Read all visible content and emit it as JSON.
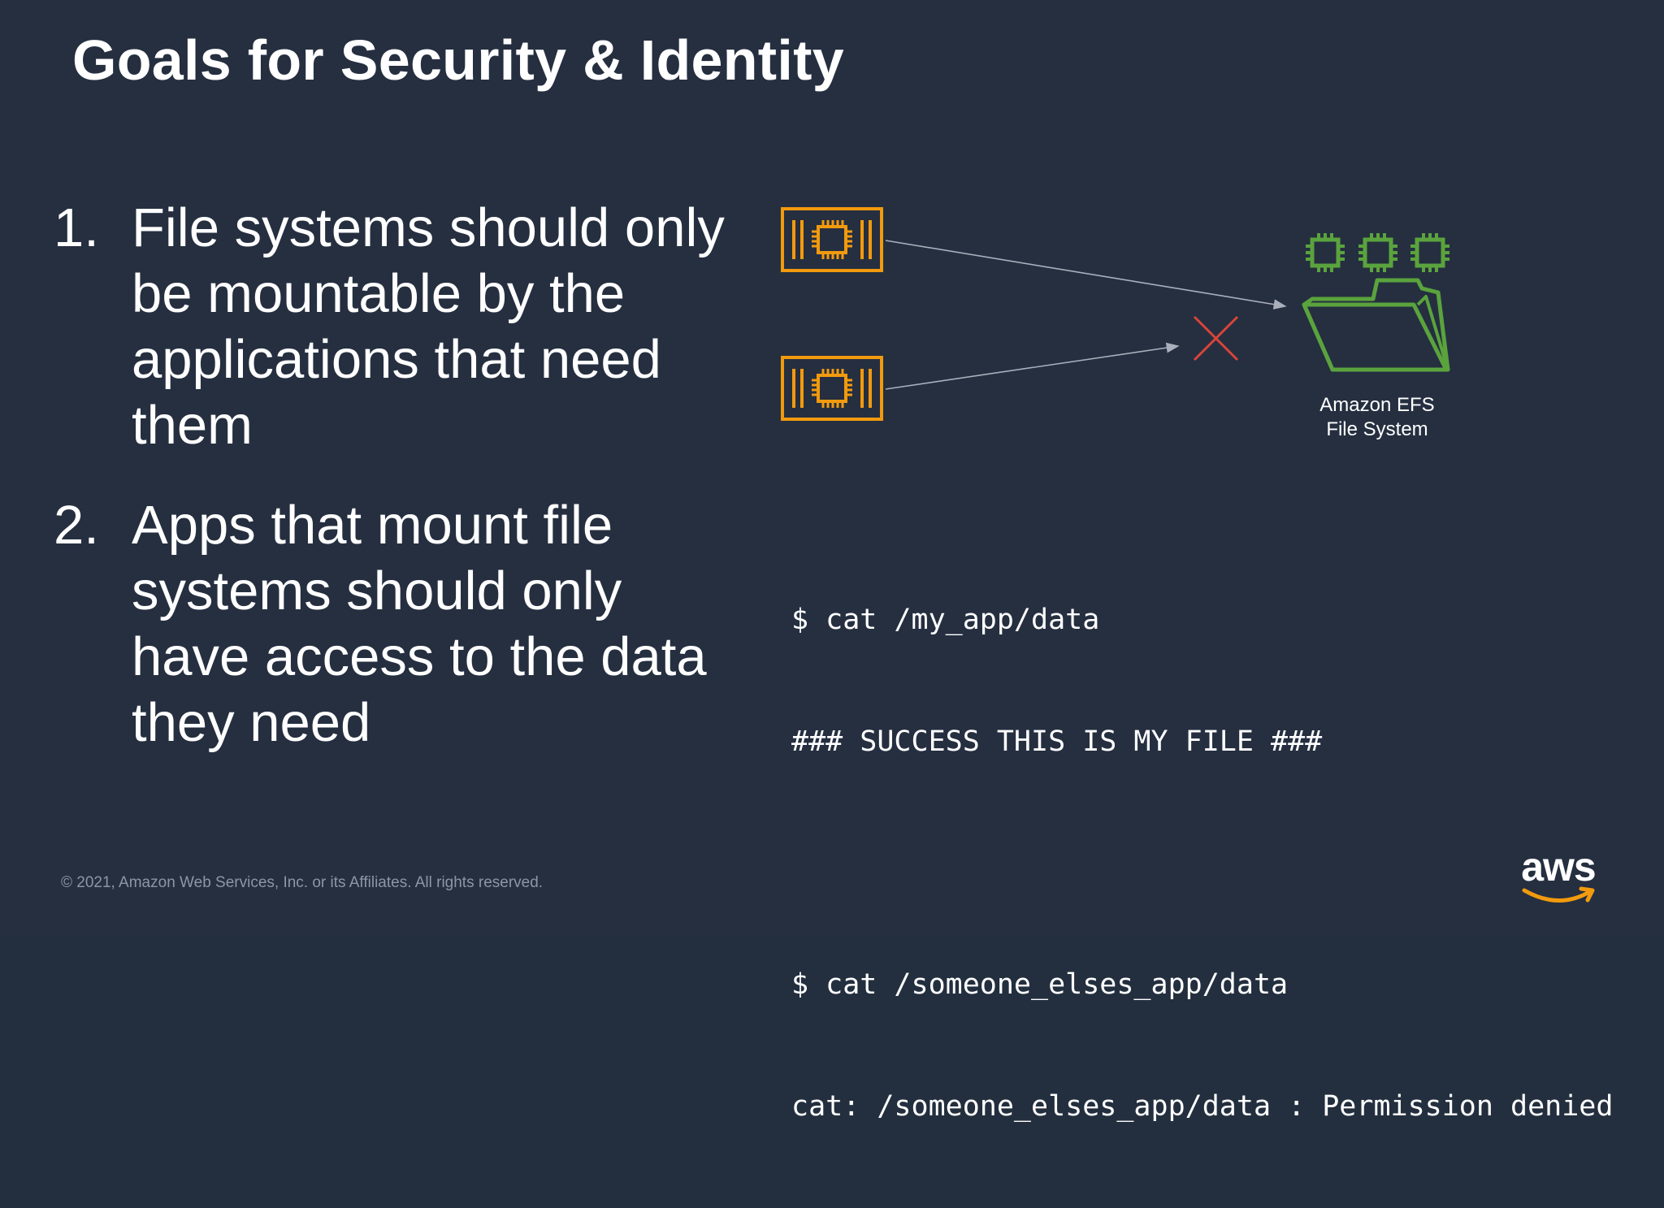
{
  "slide": {
    "title": "Goals for Security & Identity",
    "goals": [
      {
        "number": "1.",
        "text": "File systems should only be mountable by the applications that need them"
      },
      {
        "number": "2.",
        "text": "Apps that mount file systems should only have access to the data they need"
      }
    ],
    "diagram": {
      "efs_label_line1": "Amazon EFS",
      "efs_label_line2": "File System",
      "icons": [
        "instance-chip-icon",
        "instance-chip-icon",
        "deny-cross-icon",
        "efs-folder-icon"
      ],
      "colors": {
        "instance": "#f29a0e",
        "efs": "#5aa33d",
        "deny": "#d9443a",
        "arrow": "#a9b0bc"
      }
    },
    "terminal": {
      "cmd1": "$ cat /my_app/data",
      "out1": "### SUCCESS THIS IS MY FILE ###",
      "cmd2": "$ cat /someone_elses_app/data",
      "out2": "cat: /someone_elses_app/data : Permission denied"
    },
    "footer": "© 2021, Amazon Web Services, Inc. or its Affiliates. All rights reserved.",
    "logo_text": "aws",
    "background_color": "#252f40"
  }
}
